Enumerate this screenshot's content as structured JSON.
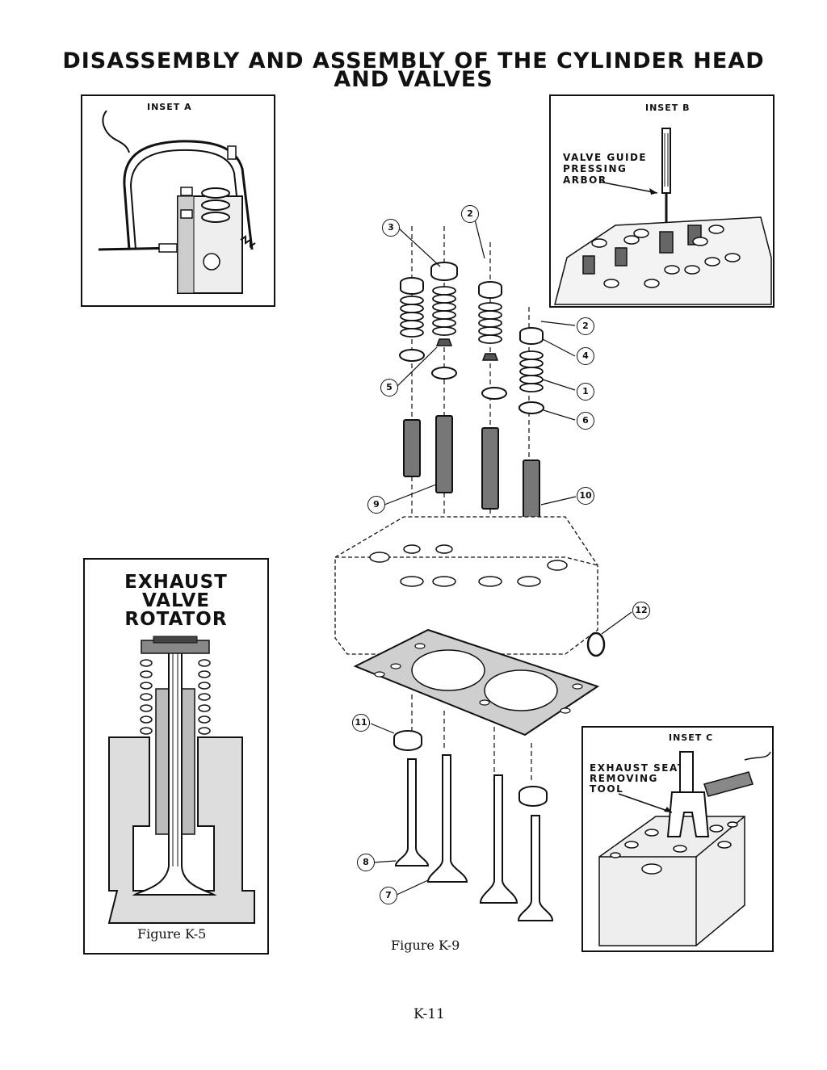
{
  "title": {
    "line1": "DISASSEMBLY AND ASSEMBLY OF THE CYLINDER HEAD",
    "line2": "AND VALVES"
  },
  "insets": {
    "a": {
      "label": "INSET A"
    },
    "b": {
      "label": "INSET B",
      "tool_line1": "VALVE GUIDE",
      "tool_line2": "PRESSING",
      "tool_line3": "ARBOR"
    },
    "c": {
      "label": "INSET C",
      "tool_line1": "EXHAUST SEAT",
      "tool_line2": "REMOVING",
      "tool_line3": "TOOL"
    }
  },
  "rotator": {
    "line1": "EXHAUST",
    "line2": "VALVE",
    "line3": "ROTATOR",
    "caption": "Figure K-5"
  },
  "main_caption": "Figure K-9",
  "callouts": {
    "c3": "3",
    "c2a": "2",
    "c2b": "2",
    "c4": "4",
    "c1": "1",
    "c6": "6",
    "c5": "5",
    "c9": "9",
    "c10": "10",
    "c12": "12",
    "c11": "11",
    "c8": "8",
    "c7": "7"
  },
  "page_number": "K-11"
}
